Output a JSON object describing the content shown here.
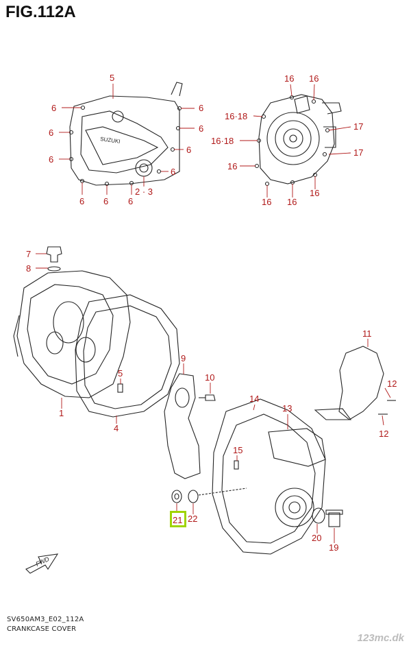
{
  "figure": {
    "title": "FIG.112A"
  },
  "callouts": {
    "c1": "1",
    "c2_3": "2 · 3",
    "c4": "4",
    "c5a": "5",
    "c5b": "5",
    "c6": "6",
    "c7": "7",
    "c8": "8",
    "c9": "9",
    "c10": "10",
    "c11": "11",
    "c12": "12",
    "c13": "13",
    "c14": "14",
    "c15": "15",
    "c16": "16",
    "c16_18": "16·18",
    "c17": "17",
    "c19": "19",
    "c20": "20",
    "c21": "21",
    "c22": "22"
  },
  "cover_logo_text": "SUZUKI",
  "fwd_label": "FWD",
  "footer": {
    "model_code": "SV650AM3_E02_112A",
    "caption": "CRANKCASE COVER"
  },
  "watermark": "123mc.dk",
  "highlight": {
    "part": "21",
    "color": "#9fd400"
  }
}
